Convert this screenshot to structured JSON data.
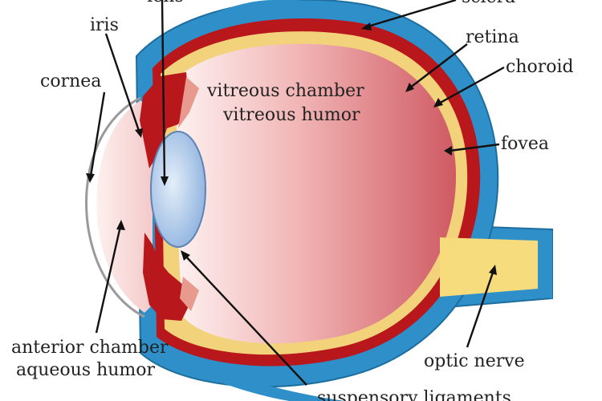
{
  "labels": {
    "lens": "lens",
    "sclera": "sclera",
    "iris": "iris",
    "retina": "retina",
    "choroid": "choroid",
    "cornea": "cornea",
    "fovea": "fovea",
    "vitreous_chamber": "vitreous chamber",
    "vitreous_humor": "vitreous humor",
    "anterior_chamber": "anterior chamber",
    "aqueous_humor": "aqueous humor",
    "optic_nerve": "optic nerve",
    "suspensory_ligaments": "suspensory ligaments"
  },
  "colors": {
    "sclera": "#2f8fc8",
    "sclera_edge": "#1d6e9f",
    "choroid": "#b8171c",
    "retina": "#f2d27a",
    "vitreous_light": "#fbe7e6",
    "vitreous_dark": "#d0646c",
    "lens": "#9cc0e6",
    "cornea": "#ffffff",
    "optic_nerve": "#f6dc7c"
  }
}
